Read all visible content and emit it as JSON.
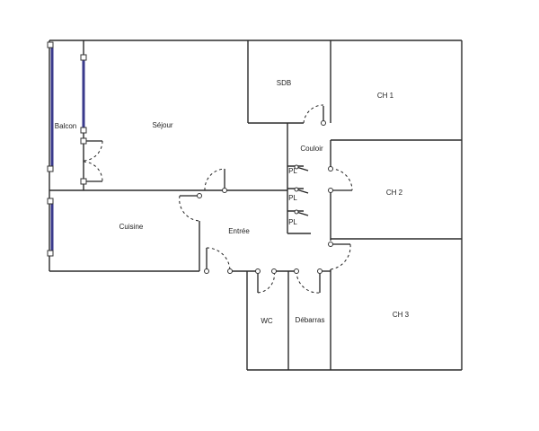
{
  "rooms": {
    "balcon": "Balcon",
    "sejour": "Séjour",
    "sdb": "SDB",
    "ch1": "CH 1",
    "couloir": "Couloir",
    "ch2": "CH 2",
    "cuisine": "Cuisine",
    "entree": "Entrée",
    "wc": "WC",
    "debarras": "Débarras",
    "ch3": "CH 3"
  },
  "closets": {
    "pl_a": "PL",
    "pl_b": "PL",
    "pl_c": "PL"
  }
}
